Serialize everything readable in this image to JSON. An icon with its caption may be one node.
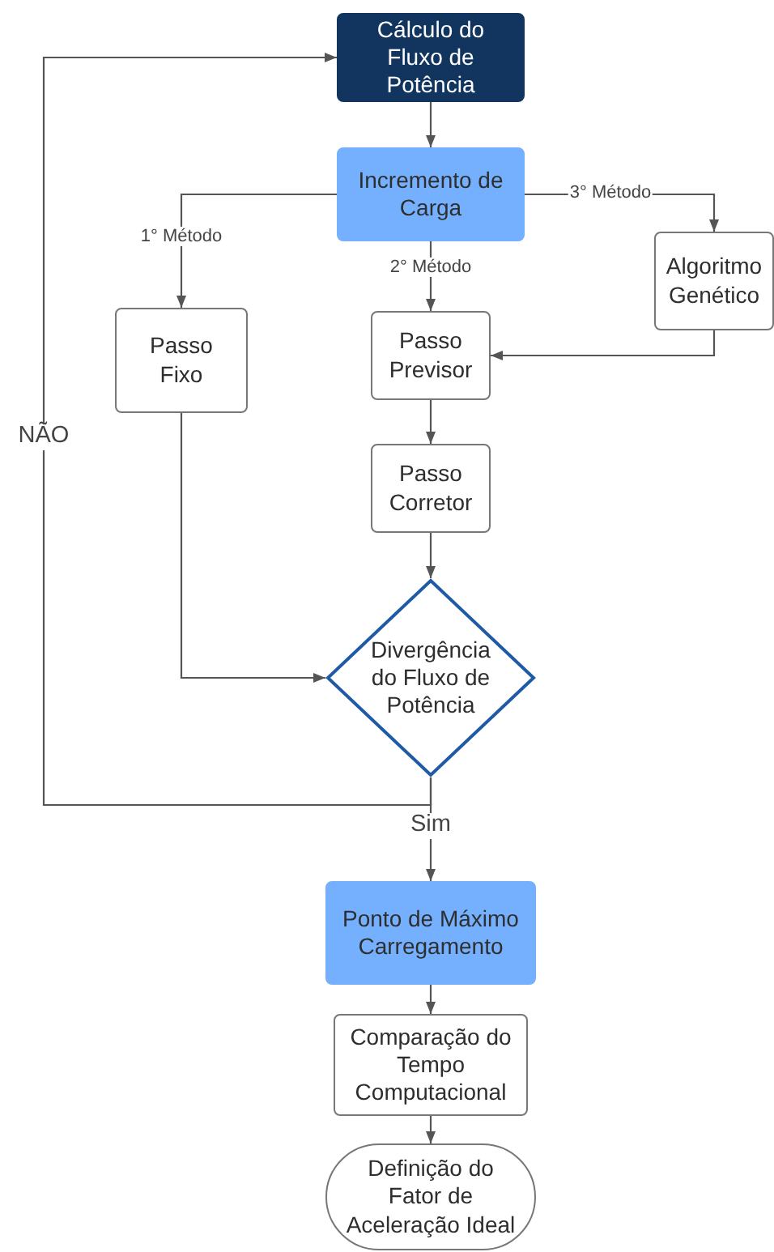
{
  "diagram": {
    "nodes": [
      {
        "text": [
          "Cálculo do Fluxo de Potência"
        ]
      },
      {
        "text": [
          "Incremento de Carga"
        ]
      },
      {
        "text": [
          "Passo Fixo"
        ]
      },
      {
        "text": [
          "Passo Previsor"
        ]
      },
      {
        "text": [
          "Algoritmo Genético"
        ]
      },
      {
        "text": [
          "Passo Corretor"
        ]
      },
      {
        "text": [
          "Divergência do Fluxo de Potência"
        ]
      },
      {
        "text": [
          "Ponto de Máximo Carregamento"
        ]
      },
      {
        "text": [
          "Comparação do Tempo Computacional"
        ]
      },
      {
        "text": [
          "Definição do Fator de Aceleração Ideal"
        ]
      }
    ],
    "edges": [
      {
        "from": 0,
        "to": 1,
        "arrow": "to"
      },
      {
        "from": 1,
        "to": 2,
        "arrow": "to",
        "label": "1° Método"
      },
      {
        "from": 1,
        "to": 3,
        "arrow": "to",
        "label": "2° Método"
      },
      {
        "from": 1,
        "to": 4,
        "arrow": "to",
        "label": "3° Método"
      },
      {
        "from": 4,
        "to": 3,
        "arrow": "to"
      },
      {
        "from": 3,
        "to": 5,
        "arrow": "to"
      },
      {
        "from": 5,
        "to": 6,
        "arrow": "to"
      },
      {
        "from": 2,
        "to": 6,
        "arrow": "to"
      },
      {
        "from": 6,
        "to": 0,
        "arrow": "to",
        "label": "NÃO"
      },
      {
        "from": 6,
        "to": 7,
        "arrow": "to",
        "label": "Sim"
      },
      {
        "from": 7,
        "to": 8,
        "arrow": "to"
      },
      {
        "from": 8,
        "to": 9,
        "arrow": "to"
      }
    ]
  }
}
